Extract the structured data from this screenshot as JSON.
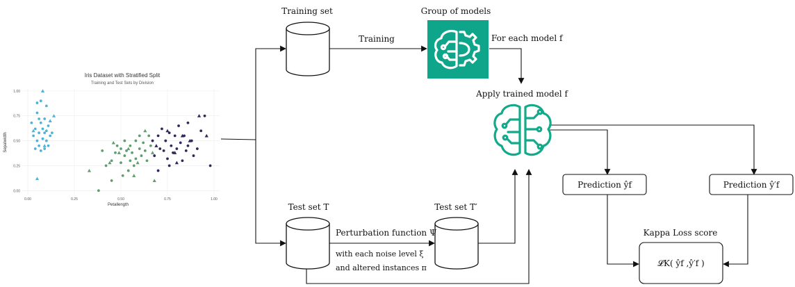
{
  "nodes": {
    "training_set": "Training set",
    "group_of_models": "Group of models",
    "for_each_model": "For each model f",
    "apply_trained_model": "Apply trained model f",
    "test_set_t": "Test set  T",
    "test_set_t_prime": "Test set  T′",
    "prediction_1": "Prediction  ŷf",
    "prediction_2": "Prediction ŷ′f",
    "kappa_loss_score": "Kappa Loss score",
    "kappa_formula": "𝓛K( ŷf ,ŷ′f )"
  },
  "edges": {
    "training": "Training",
    "perturbation_function": "Perturbation function  Ψ",
    "noise_level": "with  each noise level  ξ",
    "altered_instances": "and altered instances  π"
  },
  "colors": {
    "model_icon_bg": "#0fa58a",
    "model_icon_stroke": "#13a98b",
    "setosa": "#4fb3d9",
    "versicolor": "#5f9e6e",
    "virginica": "#2d2a5a"
  },
  "chart_data": {
    "type": "scatter",
    "title": "Iris Dataset with Stratified Split",
    "subtitle": "Training and Test Sets by Division",
    "xlabel": "Petallength",
    "ylabel": "Sepalwidth",
    "xlim": [
      -0.03,
      1.03
    ],
    "ylim": [
      -0.04,
      1.02
    ],
    "xticks": [
      "0.00",
      "0.25",
      "0.50",
      "0.75",
      "1.00"
    ],
    "yticks": [
      "0.00",
      "0.25",
      "0.50",
      "0.75",
      "1.00"
    ],
    "grid": true,
    "legend": "none",
    "series": [
      {
        "shape": "circle",
        "color": "#4fb3d9",
        "points": [
          [
            0.02,
            0.68
          ],
          [
            0.03,
            0.55
          ],
          [
            0.04,
            0.62
          ],
          [
            0.04,
            0.42
          ],
          [
            0.05,
            0.5
          ],
          [
            0.05,
            0.78
          ],
          [
            0.06,
            0.58
          ],
          [
            0.06,
            0.45
          ],
          [
            0.07,
            0.68
          ],
          [
            0.07,
            0.4
          ],
          [
            0.08,
            0.62
          ],
          [
            0.08,
            0.52
          ],
          [
            0.09,
            0.58
          ],
          [
            0.09,
            0.72
          ],
          [
            0.09,
            0.42
          ],
          [
            0.1,
            0.5
          ],
          [
            0.1,
            0.6
          ],
          [
            0.1,
            0.85
          ],
          [
            0.11,
            0.65
          ],
          [
            0.11,
            0.45
          ],
          [
            0.12,
            0.55
          ],
          [
            0.05,
            0.88
          ],
          [
            0.07,
            0.9
          ],
          [
            0.13,
            0.58
          ],
          [
            0.06,
            0.72
          ]
        ]
      },
      {
        "shape": "triangle",
        "color": "#4fb3d9",
        "points": [
          [
            0.08,
            1.0
          ],
          [
            0.05,
            0.12
          ],
          [
            0.14,
            0.75
          ],
          [
            0.03,
            0.6
          ],
          [
            0.12,
            0.7
          ],
          [
            0.09,
            0.45
          ]
        ]
      },
      {
        "shape": "circle",
        "color": "#5f9e6e",
        "points": [
          [
            0.4,
            0.4
          ],
          [
            0.42,
            0.25
          ],
          [
            0.45,
            0.3
          ],
          [
            0.47,
            0.38
          ],
          [
            0.48,
            0.45
          ],
          [
            0.5,
            0.28
          ],
          [
            0.5,
            0.42
          ],
          [
            0.52,
            0.35
          ],
          [
            0.52,
            0.5
          ],
          [
            0.53,
            0.4
          ],
          [
            0.55,
            0.3
          ],
          [
            0.55,
            0.45
          ],
          [
            0.56,
            0.38
          ],
          [
            0.57,
            0.25
          ],
          [
            0.58,
            0.5
          ],
          [
            0.58,
            0.32
          ],
          [
            0.6,
            0.42
          ],
          [
            0.6,
            0.55
          ],
          [
            0.61,
            0.35
          ],
          [
            0.62,
            0.48
          ],
          [
            0.63,
            0.4
          ],
          [
            0.64,
            0.3
          ],
          [
            0.65,
            0.55
          ],
          [
            0.66,
            0.45
          ],
          [
            0.45,
            0.1
          ],
          [
            0.51,
            0.15
          ],
          [
            0.38,
            0.0
          ],
          [
            0.54,
            0.2
          ]
        ]
      },
      {
        "shape": "triangle",
        "color": "#5f9e6e",
        "points": [
          [
            0.33,
            0.2
          ],
          [
            0.44,
            0.28
          ],
          [
            0.49,
            0.38
          ],
          [
            0.54,
            0.42
          ],
          [
            0.59,
            0.28
          ],
          [
            0.63,
            0.6
          ],
          [
            0.67,
            0.38
          ],
          [
            0.46,
            0.48
          ],
          [
            0.57,
            0.15
          ],
          [
            0.68,
            0.1
          ]
        ]
      },
      {
        "shape": "circle",
        "color": "#2d2a5a",
        "points": [
          [
            0.67,
            0.5
          ],
          [
            0.68,
            0.35
          ],
          [
            0.7,
            0.55
          ],
          [
            0.71,
            0.42
          ],
          [
            0.72,
            0.62
          ],
          [
            0.73,
            0.4
          ],
          [
            0.74,
            0.5
          ],
          [
            0.75,
            0.32
          ],
          [
            0.76,
            0.58
          ],
          [
            0.77,
            0.45
          ],
          [
            0.78,
            0.38
          ],
          [
            0.79,
            0.55
          ],
          [
            0.8,
            0.42
          ],
          [
            0.81,
            0.65
          ],
          [
            0.82,
            0.48
          ],
          [
            0.83,
            0.3
          ],
          [
            0.84,
            0.55
          ],
          [
            0.85,
            0.4
          ],
          [
            0.86,
            0.45
          ],
          [
            0.88,
            0.5
          ],
          [
            0.89,
            0.35
          ],
          [
            0.91,
            0.42
          ],
          [
            0.93,
            0.6
          ],
          [
            0.95,
            0.75
          ],
          [
            0.98,
            0.25
          ],
          [
            0.7,
            0.2
          ],
          [
            0.76,
            0.25
          ],
          [
            0.86,
            0.68
          ]
        ]
      },
      {
        "shape": "triangle",
        "color": "#2d2a5a",
        "points": [
          [
            0.69,
            0.45
          ],
          [
            0.75,
            0.6
          ],
          [
            0.79,
            0.38
          ],
          [
            0.83,
            0.55
          ],
          [
            0.87,
            0.5
          ],
          [
            0.92,
            0.75
          ],
          [
            0.96,
            0.55
          ],
          [
            0.8,
            0.28
          ]
        ]
      }
    ]
  }
}
